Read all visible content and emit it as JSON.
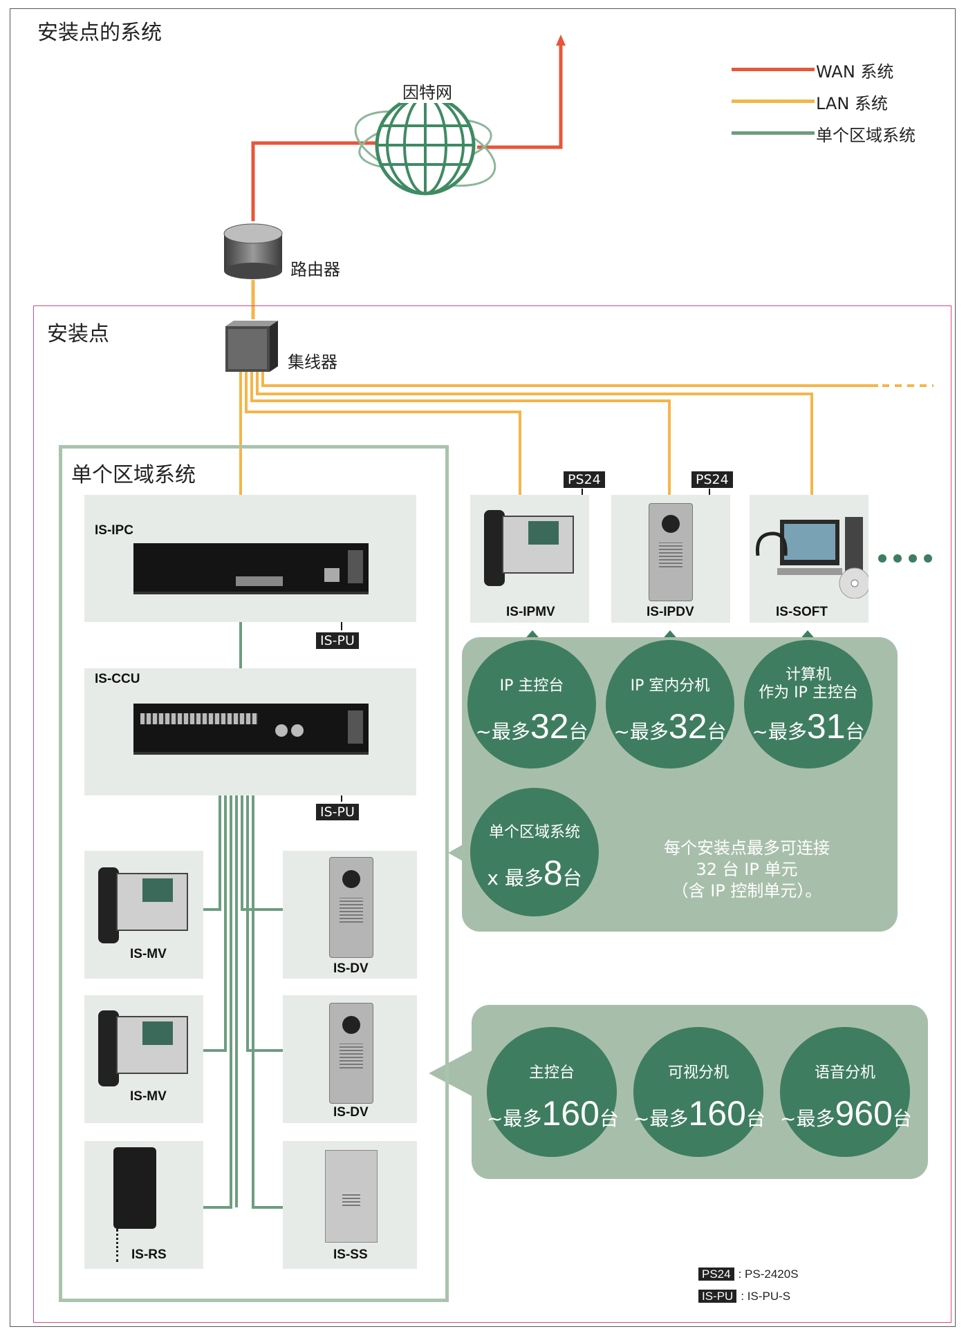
{
  "title": "安装点的系统",
  "legend": [
    {
      "label": "WAN 系统",
      "color": "#e8563a"
    },
    {
      "label": "LAN 系统",
      "color": "#f5b54a"
    },
    {
      "label": "单个区域系统",
      "color": "#6e9d80"
    }
  ],
  "internet_label": "因特网",
  "router_label": "路由器",
  "hub_label": "集线器",
  "site_label": "安装点",
  "zone_label": "单个区域系统",
  "devices": {
    "ipc": "IS-IPC",
    "ccu": "IS-CCU",
    "pu1": "IS-PU",
    "pu2": "IS-PU",
    "mv1": "IS-MV",
    "mv2": "IS-MV",
    "rs": "IS-RS",
    "dv1": "IS-DV",
    "dv2": "IS-DV",
    "ss": "IS-SS",
    "ipmv": "IS-IPMV",
    "ipdv": "IS-IPDV",
    "soft": "IS-SOFT",
    "ps24a": "PS24",
    "ps24b": "PS24"
  },
  "ip_panel": {
    "c1": {
      "title": "IP 主控台",
      "prefix": "~最多",
      "num": "32",
      "suffix": "台"
    },
    "c2": {
      "title": "IP 室内分机",
      "prefix": "~最多",
      "num": "32",
      "suffix": "台"
    },
    "c3": {
      "title1": "计算机",
      "title2": "作为 IP 主控台",
      "prefix": "~最多",
      "num": "31",
      "suffix": "台"
    },
    "c4": {
      "title": "单个区域系统",
      "prefix": "x 最多",
      "num": "8",
      "suffix": "台"
    },
    "note1": "每个安装点最多可连接",
    "note2": "32 台 IP 单元",
    "note3": "（含 IP 控制单元）。"
  },
  "zone_panel": {
    "c1": {
      "title": "主控台",
      "prefix": "~最多",
      "num": "160",
      "suffix": "台"
    },
    "c2": {
      "title": "可视分机",
      "prefix": "~最多",
      "num": "160",
      "suffix": "台"
    },
    "c3": {
      "title": "语音分机",
      "prefix": "~最多",
      "num": "960",
      "suffix": "台"
    }
  },
  "footnotes": [
    {
      "key": "PS24",
      "value": ": PS-2420S"
    },
    {
      "key": "IS-PU",
      "value": ": IS-PU-S"
    }
  ]
}
